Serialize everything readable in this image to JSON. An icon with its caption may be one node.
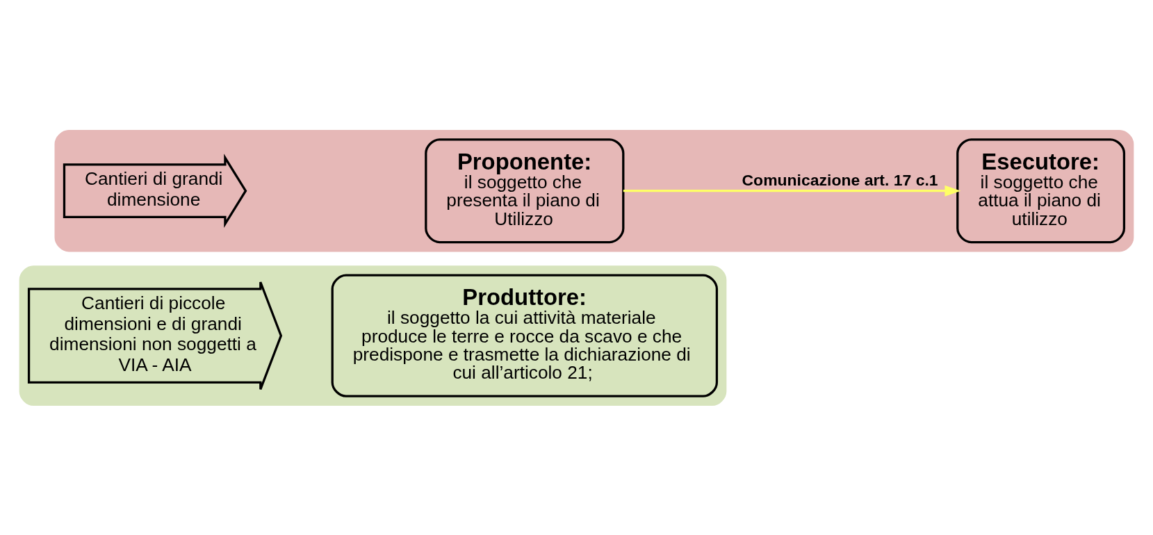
{
  "diagram": {
    "nodes": [
      {
        "text": [],
        "shape": "box"
      },
      {
        "text": [
          "Cantieri di grandi dimensione"
        ],
        "in": 0
      },
      {
        "text": [
          "Proponente:",
          "il soggetto che presenta il piano di Utilizzo"
        ],
        "in": 0
      },
      {
        "text": [
          "Esecutore:",
          "il soggetto che attua il piano di utilizzo"
        ],
        "in": 0
      },
      {
        "text": [],
        "shape": "box"
      },
      {
        "text": [
          "Cantieri di piccole dimensioni e di grandi dimensioni non soggetti a VIA - AIA"
        ],
        "in": 4
      },
      {
        "text": [
          "Produttore:",
          "il soggetto la cui attività materiale produce le terre e rocce da scavo e che predispone e trasmette la dichiarazione di cui all’articolo 21;"
        ],
        "in": 4
      }
    ],
    "edges": [
      {
        "from": 2,
        "to": 3,
        "arrow": "to",
        "label": "Comunicazione art. 17 c.1",
        "color": "#ffff66"
      }
    ]
  }
}
